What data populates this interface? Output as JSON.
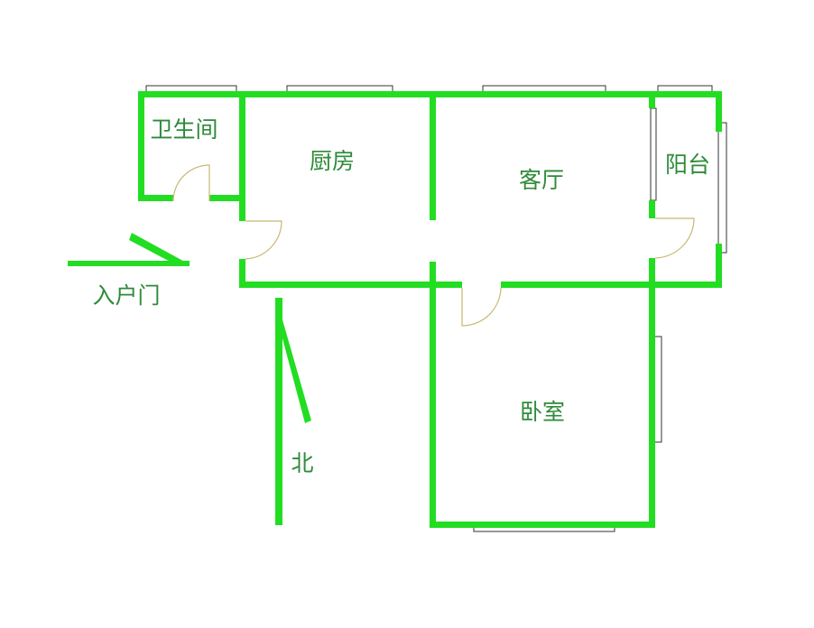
{
  "rooms": {
    "bathroom": "卫生间",
    "kitchen": "厨房",
    "living_room": "客厅",
    "balcony": "阳台",
    "bedroom": "卧室"
  },
  "annotations": {
    "entrance": "入户门",
    "north": "北"
  },
  "colors": {
    "wall": "#22dd22",
    "label": "#2e8b3a",
    "door": "#c8b870"
  }
}
